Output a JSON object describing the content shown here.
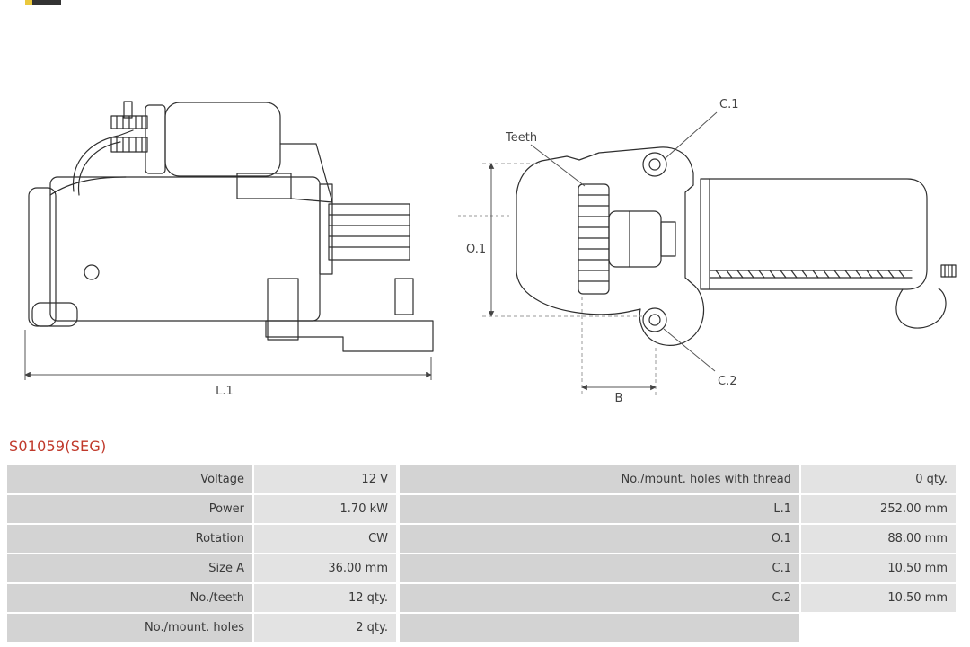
{
  "part_number": "S01059(SEG)",
  "drawings": {
    "side_view": {
      "dim_length_label": "L.1"
    },
    "front_view": {
      "teeth_label": "Teeth",
      "dim_height_label": "O.1",
      "dim_width_label": "B",
      "hole_top_label": "C.1",
      "hole_bottom_label": "C.2"
    }
  },
  "spec_table": {
    "left_rows": [
      {
        "label": "Voltage",
        "value": "12 V"
      },
      {
        "label": "Power",
        "value": "1.70 kW"
      },
      {
        "label": "Rotation",
        "value": "CW"
      },
      {
        "label": "Size A",
        "value": "36.00 mm"
      },
      {
        "label": "No./teeth",
        "value": "12 qty."
      },
      {
        "label": "No./mount. holes",
        "value": "2 qty."
      }
    ],
    "right_rows": [
      {
        "label": "No./mount. holes with thread",
        "value": "0 qty."
      },
      {
        "label": "L.1",
        "value": "252.00 mm"
      },
      {
        "label": "O.1",
        "value": "88.00 mm"
      },
      {
        "label": "C.1",
        "value": "10.50 mm"
      },
      {
        "label": "C.2",
        "value": "10.50 mm"
      },
      {
        "label": "",
        "value": ""
      }
    ]
  },
  "colors": {
    "part_number": "#c0392b",
    "table_label_bg": "#d3d3d3",
    "table_value_bg": "#e3e3e3",
    "drawing_line": "#2e2e2e"
  }
}
